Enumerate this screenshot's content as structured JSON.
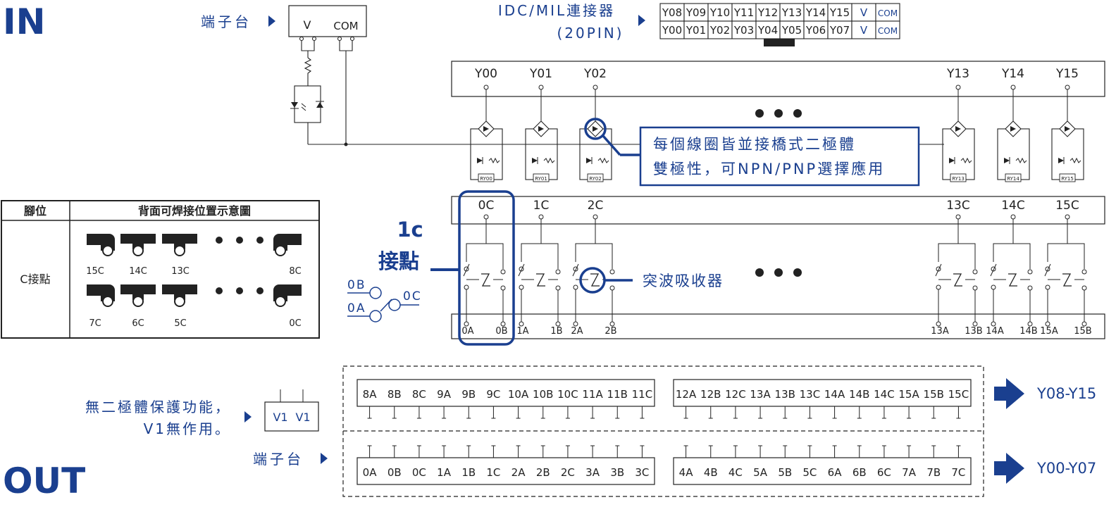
{
  "headings": {
    "in": "IN",
    "out": "OUT"
  },
  "input_section": {
    "terminal_label": "端子台",
    "terminal_pins": [
      "V",
      "COM"
    ],
    "connector_label_line1": "IDC/MIL連接器",
    "connector_label_line2": "(20PIN)",
    "connector_row_top": [
      "Y08",
      "Y09",
      "Y10",
      "Y11",
      "Y12",
      "Y13",
      "Y14",
      "Y15",
      "V",
      "COM"
    ],
    "connector_row_bottom": [
      "Y00",
      "Y01",
      "Y02",
      "Y03",
      "Y04",
      "Y05",
      "Y06",
      "Y07",
      "V",
      "COM"
    ]
  },
  "channels_left": [
    "Y00",
    "Y01",
    "Y02"
  ],
  "channels_right": [
    "Y13",
    "Y14",
    "Y15"
  ],
  "relays_left": [
    "RY00",
    "RY01",
    "RY02"
  ],
  "relays_right": [
    "RY13",
    "RY14",
    "RY15"
  ],
  "callout_bridge": {
    "line1": "每個線圈皆並接橋式二極體",
    "line2": "雙極性，可NPN/PNP選擇應用"
  },
  "contact_common_left": [
    "0C",
    "1C",
    "2C"
  ],
  "contact_common_right": [
    "13C",
    "14C",
    "15C"
  ],
  "contact_ab_left": [
    "0A",
    "0B",
    "1A",
    "1B",
    "2A",
    "2B"
  ],
  "contact_ab_right": [
    "13A",
    "13B",
    "14A",
    "14B",
    "15A",
    "15B"
  ],
  "callout_1c": {
    "line1": "1c",
    "line2": "接點"
  },
  "switch_symbol_labels": {
    "b": "0B",
    "a": "0A",
    "c": "0C"
  },
  "surge_label": "突波吸收器",
  "pin_table": {
    "header_col1": "腳位",
    "header_col2": "背面可焊接位置示意圖",
    "row_label": "C接點",
    "top_labels": [
      "15C",
      "14C",
      "13C",
      "8C"
    ],
    "bottom_labels": [
      "7C",
      "6C",
      "5C",
      "0C"
    ]
  },
  "output_section": {
    "no_diode_line1": "無二極體保護功能，",
    "no_diode_line2": "V1無作用。",
    "v1_labels": [
      "V1",
      "V1"
    ],
    "terminal_label": "端子台",
    "row_top_left": [
      "8A",
      "8B",
      "8C",
      "9A",
      "9B",
      "9C",
      "10A",
      "10B",
      "10C",
      "11A",
      "11B",
      "11C"
    ],
    "row_top_right": [
      "12A",
      "12B",
      "12C",
      "13A",
      "13B",
      "13C",
      "14A",
      "14B",
      "14C",
      "15A",
      "15B",
      "15C"
    ],
    "row_bottom_left": [
      "0A",
      "0B",
      "0C",
      "1A",
      "1B",
      "1C",
      "2A",
      "2B",
      "2C",
      "3A",
      "3B",
      "3C"
    ],
    "row_bottom_right": [
      "4A",
      "4B",
      "4C",
      "5A",
      "5B",
      "5C",
      "6A",
      "6B",
      "6C",
      "7A",
      "7B",
      "7C"
    ],
    "range_top": "Y08-Y15",
    "range_bottom": "Y00-Y07"
  },
  "colors": {
    "accent": "#1a3f8f",
    "line": "#222222"
  }
}
